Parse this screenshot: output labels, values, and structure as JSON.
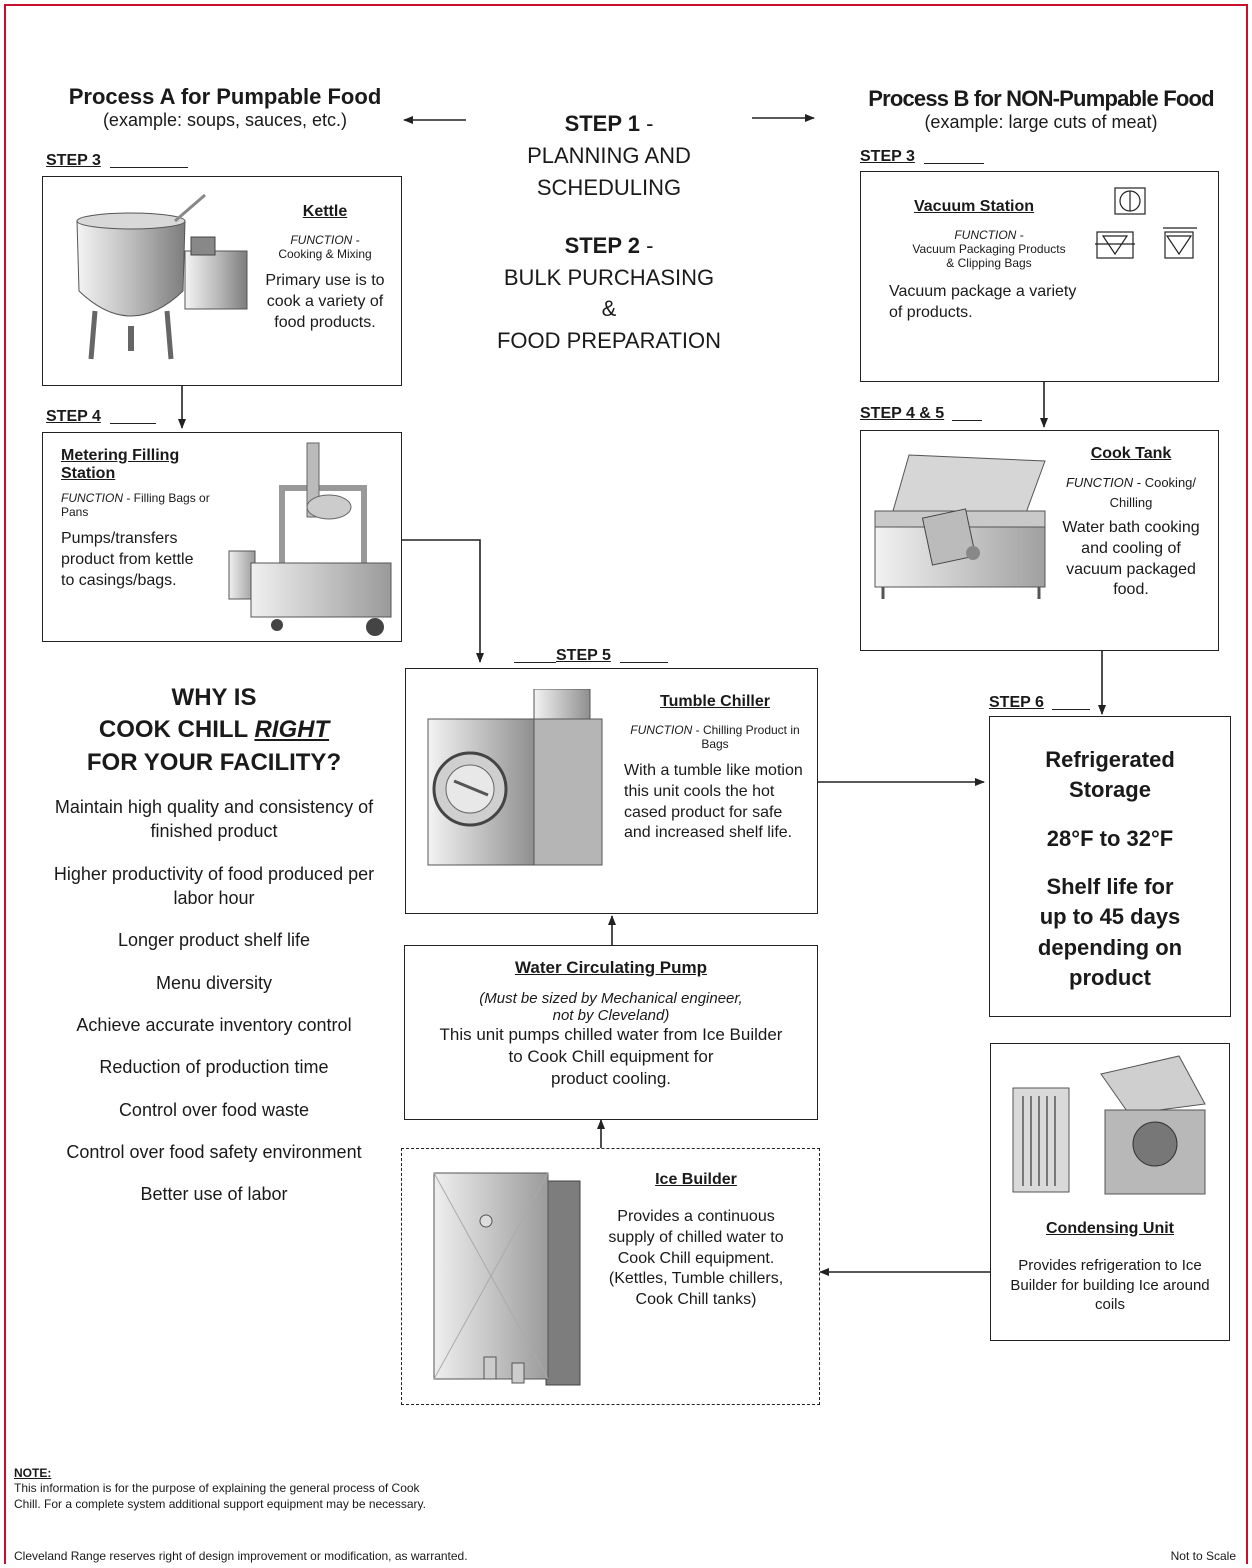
{
  "process_a": {
    "title": "Process A for Pumpable Food",
    "subtitle": "(example: soups, sauces, etc.)"
  },
  "process_b": {
    "title": "Process B for NON-Pumpable Food",
    "subtitle": "(example: large cuts of meat)"
  },
  "center_steps": {
    "step1_label": "STEP 1",
    "step1_sep": "-",
    "step1_line1": "PLANNING AND",
    "step1_line2": "SCHEDULING",
    "step2_label": "STEP 2",
    "step2_sep": "-",
    "step2_line1": "BULK PURCHASING",
    "step2_line2": "&",
    "step2_line3": "FOOD PREPARATION"
  },
  "kettle": {
    "step": "STEP 3",
    "title": "Kettle",
    "function_label": "FUNCTION -",
    "function_text": "Cooking & Mixing",
    "desc": "Primary use is to cook a variety of food products."
  },
  "metering": {
    "step": "STEP 4",
    "title_line1": "Metering Filling",
    "title_line2": "Station",
    "function_label": "FUNCTION",
    "function_text": "- Filling Bags or Pans",
    "desc": "Pumps/transfers product from kettle to casings/bags."
  },
  "vacuum": {
    "step": "STEP 3",
    "title": "Vacuum Station",
    "function_label": "FUNCTION -",
    "function_text1": "Vacuum Packaging Products",
    "function_text2": "& Clipping Bags",
    "desc": "Vacuum package a variety of products."
  },
  "cook_tank": {
    "step": "STEP 4 & 5",
    "title": "Cook Tank",
    "function_label": "FUNCTION",
    "function_text": "- Cooking/ Chilling",
    "desc": "Water bath cooking and cooling of vacuum packaged food."
  },
  "tumble": {
    "step": "STEP 5",
    "title": "Tumble Chiller",
    "function_label": "FUNCTION",
    "function_text": "- Chilling Product in Bags",
    "desc": "With a tumble like motion this unit cools the hot cased product for safe and increased shelf life."
  },
  "storage": {
    "step": "STEP 6",
    "line1": "Refrigerated",
    "line2": "Storage",
    "temp": "28°F to 32°F",
    "shelf1": "Shelf life for",
    "shelf2": "up to 45 days",
    "shelf3": "depending on",
    "shelf4": "product"
  },
  "why": {
    "line1": "WHY IS",
    "line2_pre": "COOK CHILL ",
    "line2_em": "RIGHT",
    "line3": "FOR YOUR FACILITY?",
    "items": [
      "Maintain high quality and consistency of finished product",
      "Higher productivity of food produced per labor hour",
      "Longer product shelf life",
      "Menu diversity",
      "Achieve accurate inventory control",
      "Reduction of production time",
      "Control over food waste",
      "Control over food safety environment",
      "Better use of labor"
    ]
  },
  "pump": {
    "title": "Water Circulating Pump",
    "note1": "(Must be sized by Mechanical engineer,",
    "note2": "not by Cleveland)",
    "desc1": "This unit pumps chilled water from Ice Builder",
    "desc2": "to Cook Chill equipment for",
    "desc3": "product cooling."
  },
  "ice": {
    "title": "Ice Builder",
    "desc": "Provides a continuous supply of chilled water to Cook Chill equipment. (Kettles, Tumble chillers, Cook Chill tanks)"
  },
  "condensing": {
    "title": "Condensing Unit",
    "desc": "Provides refrigeration to Ice Builder for building Ice around coils"
  },
  "note": {
    "label": "NOTE:",
    "text": "This information is for the purpose of explaining the general process of Cook Chill. For a complete system additional support equipment may be necessary."
  },
  "footer": {
    "left": "Cleveland Range reserves right of design improvement or modification, as warranted.",
    "right": "Not to Scale"
  },
  "colors": {
    "border": "#c8102e",
    "line": "#222222",
    "metal_light": "#e6e6e6",
    "metal_dark": "#8a8a8a"
  }
}
